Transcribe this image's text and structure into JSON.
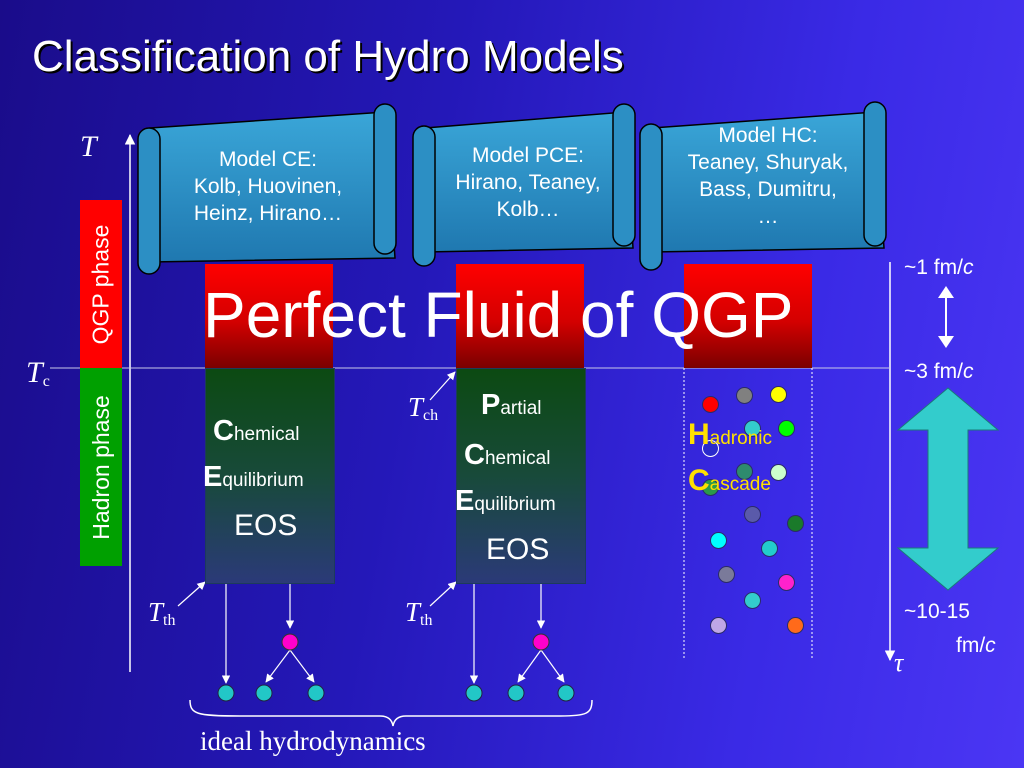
{
  "title": "Classification of Hydro Models",
  "axis": {
    "T": "T",
    "Tc": "T",
    "Tc_sub": "c",
    "tau": "τ"
  },
  "phases": {
    "qgp": "QGP phase",
    "hadron": "Hadron phase"
  },
  "models": [
    {
      "lines": [
        "Model CE:",
        "Kolb, Huovinen,",
        "Heinz, Hirano…"
      ]
    },
    {
      "lines": [
        "Model PCE:",
        "Hirano, Teaney,",
        "Kolb…"
      ]
    },
    {
      "lines": [
        "Model HC:",
        "Teaney, Shuryak,",
        "Bass, Dumitru,",
        "…"
      ]
    }
  ],
  "overlay": "Perfect Fluid of QGP",
  "columns": {
    "ce": {
      "c1": "C",
      "c1rest": "hemical",
      "e1": "E",
      "e1rest": "quilibrium",
      "eos": "EOS"
    },
    "pce": {
      "p": "P",
      "prest": "artial",
      "c1": "C",
      "c1rest": "hemical",
      "e1": "E",
      "e1rest": "quilibrium",
      "eos": "EOS"
    },
    "hc": {
      "h": "H",
      "hrest": "adronic",
      "c": "C",
      "crest": "ascade"
    }
  },
  "labels": {
    "T_th": "T",
    "th_sub": "th",
    "T_ch": "T",
    "ch_sub": "ch"
  },
  "times": {
    "t1": "~1 fm/",
    "t1c": "c",
    "t3": "~3 fm/",
    "t3c": "c",
    "t10a": "~10-15",
    "t10b": "fm/",
    "t10c": "c"
  },
  "footer": "ideal hydrodynamics",
  "colors": {
    "scroll": "#2f8ec4",
    "red": "#ff0000",
    "qgp_bar": "#ff0000",
    "hadron_bar": "#00a000",
    "arrow_cyan": "#33cccc",
    "hc_text": "#ffe000",
    "node_magenta": "#ff00cc",
    "node_cyan": "#22c7c7"
  }
}
